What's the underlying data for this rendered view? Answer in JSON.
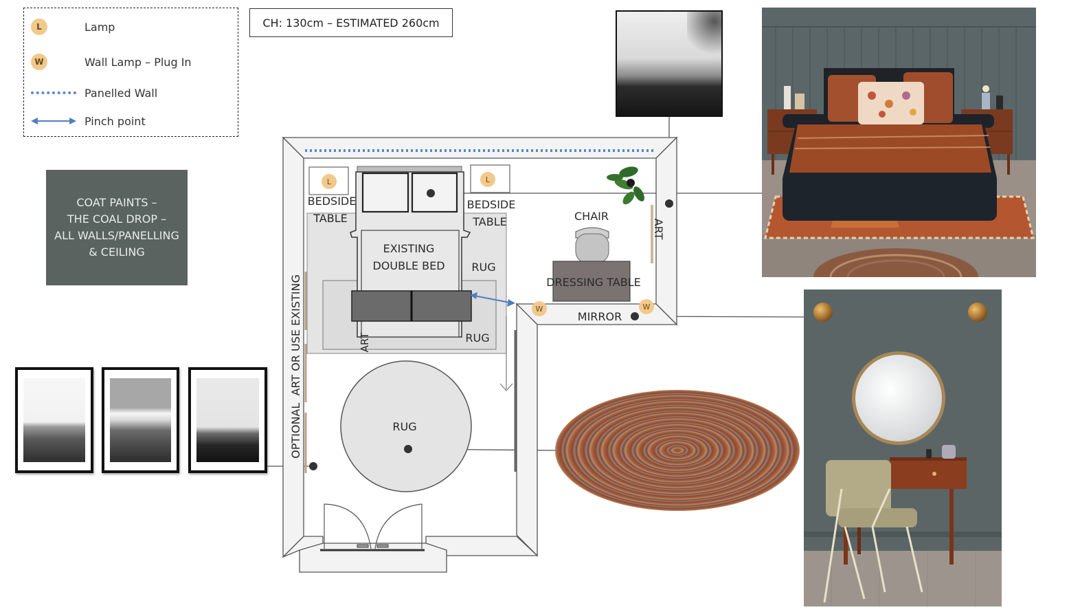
{
  "legend": {
    "items": [
      {
        "symbol": "L",
        "label": "Lamp",
        "icon": "lamp-icon"
      },
      {
        "symbol": "W",
        "label": "Wall Lamp – Plug In",
        "icon": "wall-lamp-icon"
      },
      {
        "symbol": "",
        "label": "Panelled Wall",
        "icon": "panelled-wall-dotted-line"
      },
      {
        "symbol": "",
        "label": "Pinch point",
        "icon": "pinch-point-arrow-icon"
      }
    ]
  },
  "ceiling_note": "CH: 130cm – ESTIMATED 260cm",
  "paint_note": {
    "lines": [
      "COAT PAINTS –",
      "THE COAL DROP –",
      "ALL WALLS/PANELLING",
      "& CEILING"
    ],
    "color": "#5b6361"
  },
  "floorplan": {
    "labels": {
      "bedside_left_1": "BEDSIDE",
      "bedside_left_2": "TABLE",
      "bedside_right_1": "BEDSIDE",
      "bedside_right_2": "TABLE",
      "bed_1": "EXISTING",
      "bed_2": "DOUBLE BED",
      "rug_right": "RUG",
      "rug_lower": "RUG",
      "art_under_bed": "ART",
      "chair": "CHAIR",
      "dressing_table": "DRESSING TABLE",
      "art_right": "ART",
      "mirror": "MIRROR",
      "optional_art": "OPTIONAL  ART OR USE EXISTING",
      "round_rug": "RUG",
      "lamp_symbol": "L",
      "wall_lamp_symbol": "W"
    },
    "colors": {
      "lamp": "#f2c98c",
      "panel_dots": "#5b86c2",
      "pinch_arrow": "#5b86c2",
      "dressing_table": "#7a7371",
      "bed_runner": "#6b6b6b",
      "rug": "#e4e4e4"
    }
  },
  "images": {
    "top_art": "abstract-monochrome-art-print",
    "bed_moodboard": "bedroom-bed-moodboard",
    "dressing_moodboard": "dressing-table-moodboard",
    "round_rug": "braided-round-rug",
    "gallery_frames": [
      "sea-waves-print",
      "mountain-clouds-print",
      "mountain-range-print"
    ]
  }
}
